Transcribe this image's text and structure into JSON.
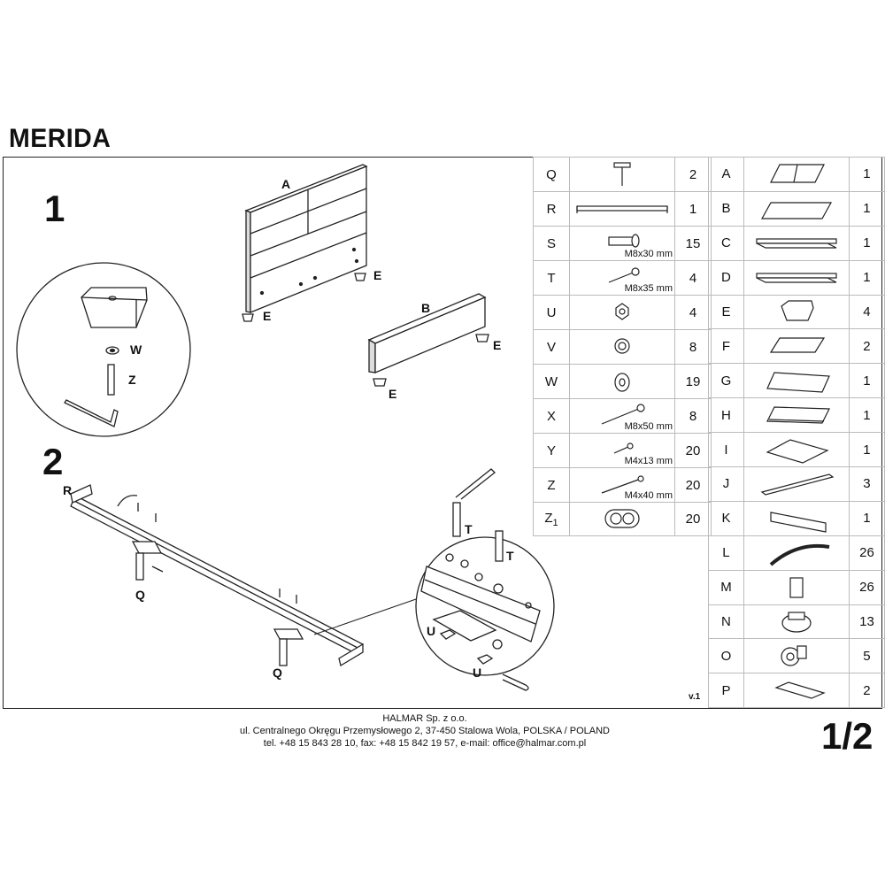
{
  "document": {
    "title": "MERIDA",
    "page_number": "1/2",
    "version": "v.1"
  },
  "steps": [
    {
      "number": "1",
      "labels": [
        "A",
        "B",
        "E",
        "E",
        "E",
        "E",
        "W",
        "Z"
      ]
    },
    {
      "number": "2",
      "labels": [
        "R",
        "Q",
        "Q",
        "T",
        "T",
        "U",
        "U"
      ]
    }
  ],
  "parts_left": [
    {
      "letter": "Q",
      "icon": "t-bracket-icon",
      "size": "",
      "qty": "2"
    },
    {
      "letter": "R",
      "icon": "rail-icon",
      "size": "",
      "qty": "1"
    },
    {
      "letter": "S",
      "icon": "bolt-icon",
      "size": "M8x30 mm",
      "qty": "15"
    },
    {
      "letter": "T",
      "icon": "screw-icon",
      "size": "M8x35 mm",
      "qty": "4"
    },
    {
      "letter": "U",
      "icon": "nut-icon",
      "size": "",
      "qty": "4"
    },
    {
      "letter": "V",
      "icon": "spring-washer-icon",
      "size": "",
      "qty": "8"
    },
    {
      "letter": "W",
      "icon": "washer-icon",
      "size": "",
      "qty": "19"
    },
    {
      "letter": "X",
      "icon": "long-screw-icon",
      "size": "M8x50 mm",
      "qty": "8"
    },
    {
      "letter": "Y",
      "icon": "small-screw-icon",
      "size": "M4x13 mm",
      "qty": "20"
    },
    {
      "letter": "Z",
      "icon": "wood-screw-icon",
      "size": "M4x40 mm",
      "qty": "20"
    },
    {
      "letter": "Z",
      "letter_sub": "1",
      "icon": "cover-cap-icon",
      "size": "",
      "qty": "20"
    }
  ],
  "parts_right": [
    {
      "letter": "A",
      "icon": "headboard-icon",
      "qty": "1"
    },
    {
      "letter": "B",
      "icon": "footboard-icon",
      "qty": "1"
    },
    {
      "letter": "C",
      "icon": "side-rail-icon",
      "qty": "1"
    },
    {
      "letter": "D",
      "icon": "side-rail-icon",
      "qty": "1"
    },
    {
      "letter": "E",
      "icon": "leg-icon",
      "qty": "4"
    },
    {
      "letter": "F",
      "icon": "plate-icon",
      "qty": "2"
    },
    {
      "letter": "G",
      "icon": "panel-icon",
      "qty": "1"
    },
    {
      "letter": "H",
      "icon": "tray-icon",
      "qty": "1"
    },
    {
      "letter": "I",
      "icon": "sheet-icon",
      "qty": "1"
    },
    {
      "letter": "J",
      "icon": "bar-icon",
      "qty": "3"
    },
    {
      "letter": "K",
      "icon": "bracket-board-icon",
      "qty": "1"
    },
    {
      "letter": "L",
      "icon": "slat-icon",
      "qty": "26"
    },
    {
      "letter": "M",
      "icon": "slat-holder-icon",
      "qty": "26"
    },
    {
      "letter": "N",
      "icon": "clip-icon",
      "qty": "13"
    },
    {
      "letter": "O",
      "icon": "wheel-icon",
      "qty": "5"
    },
    {
      "letter": "P",
      "icon": "angle-bracket-icon",
      "qty": "2"
    }
  ],
  "footer": {
    "company": "HALMAR Sp. z o.o.",
    "address": "ul. Centralnego Okręgu Przemysłowego 2, 37-450 Stalowa Wola, POLSKA / POLAND",
    "contact": "tel. +48 15 843 28 10, fax: +48 15 842 19 57, e-mail: office@halmar.com.pl"
  }
}
